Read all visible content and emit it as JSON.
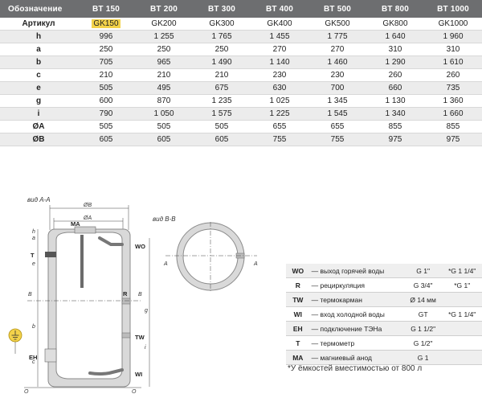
{
  "table": {
    "header_label": "Обозначение",
    "models": [
      "BT 150",
      "BT 200",
      "BT 300",
      "BT 400",
      "BT 500",
      "BT 800",
      "BT 1000"
    ],
    "rows": [
      {
        "label": "Артикул",
        "values": [
          "GK150",
          "GK200",
          "GK300",
          "GK400",
          "GK500",
          "GK800",
          "GK1000"
        ]
      },
      {
        "label": "h",
        "values": [
          "996",
          "1 255",
          "1 765",
          "1 455",
          "1 775",
          "1 640",
          "1 960"
        ]
      },
      {
        "label": "a",
        "values": [
          "250",
          "250",
          "250",
          "270",
          "270",
          "310",
          "310"
        ]
      },
      {
        "label": "b",
        "values": [
          "705",
          "965",
          "1 490",
          "1 140",
          "1 460",
          "1 290",
          "1 610"
        ]
      },
      {
        "label": "c",
        "values": [
          "210",
          "210",
          "210",
          "230",
          "230",
          "260",
          "260"
        ]
      },
      {
        "label": "e",
        "values": [
          "505",
          "495",
          "675",
          "630",
          "700",
          "660",
          "735"
        ]
      },
      {
        "label": "g",
        "values": [
          "600",
          "870",
          "1 235",
          "1 025",
          "1 345",
          "1 130",
          "1 360"
        ]
      },
      {
        "label": "i",
        "values": [
          "790",
          "1 050",
          "1 575",
          "1 225",
          "1 545",
          "1 340",
          "1 660"
        ]
      },
      {
        "label": "ØA",
        "values": [
          "505",
          "505",
          "505",
          "655",
          "655",
          "855",
          "855"
        ]
      },
      {
        "label": "ØB",
        "values": [
          "605",
          "605",
          "605",
          "755",
          "755",
          "975",
          "975"
        ]
      }
    ],
    "highlight_color": "#f3d24a",
    "header_bg": "#6d6e70"
  },
  "drawing": {
    "view_aa": "вид A-A",
    "view_bb": "вид B-B",
    "dim_ob": "ØB",
    "dim_oa": "ØA",
    "labels": {
      "ma": "MA",
      "wo": "WO",
      "tw": "TW",
      "wi": "WI",
      "eh": "EH",
      "t": "T",
      "r": "R",
      "h": "h",
      "a": "a",
      "b": "b",
      "c": "c",
      "e": "e",
      "g": "g",
      "i": "i",
      "sec_b": "B",
      "sec_a": "A",
      "origin": "O"
    },
    "ground_icon": "ground-symbol-icon"
  },
  "legend": {
    "rows": [
      {
        "code": "WO",
        "desc": "— выход горячей воды",
        "v1": "G 1\"",
        "v2": "*G 1 1/4\""
      },
      {
        "code": "R",
        "desc": "— рециркуляция",
        "v1": "G 3/4\"",
        "v2": "*G 1\""
      },
      {
        "code": "TW",
        "desc": "— термокарман",
        "v1": "Ø 14 мм",
        "v2": ""
      },
      {
        "code": "WI",
        "desc": "— вход холодной воды",
        "v1": "GT",
        "v2": "*G 1 1/4\""
      },
      {
        "code": "EH",
        "desc": "— подключение ТЭНа",
        "v1": "G 1 1/2\"",
        "v2": ""
      },
      {
        "code": "T",
        "desc": "— термометр",
        "v1": "G 1/2\"",
        "v2": ""
      },
      {
        "code": "MA",
        "desc": "— магниевый анод",
        "v1": "G 1",
        "v2": ""
      }
    ],
    "footnote": "*У ёмкостей вместимостью от 800 л"
  }
}
